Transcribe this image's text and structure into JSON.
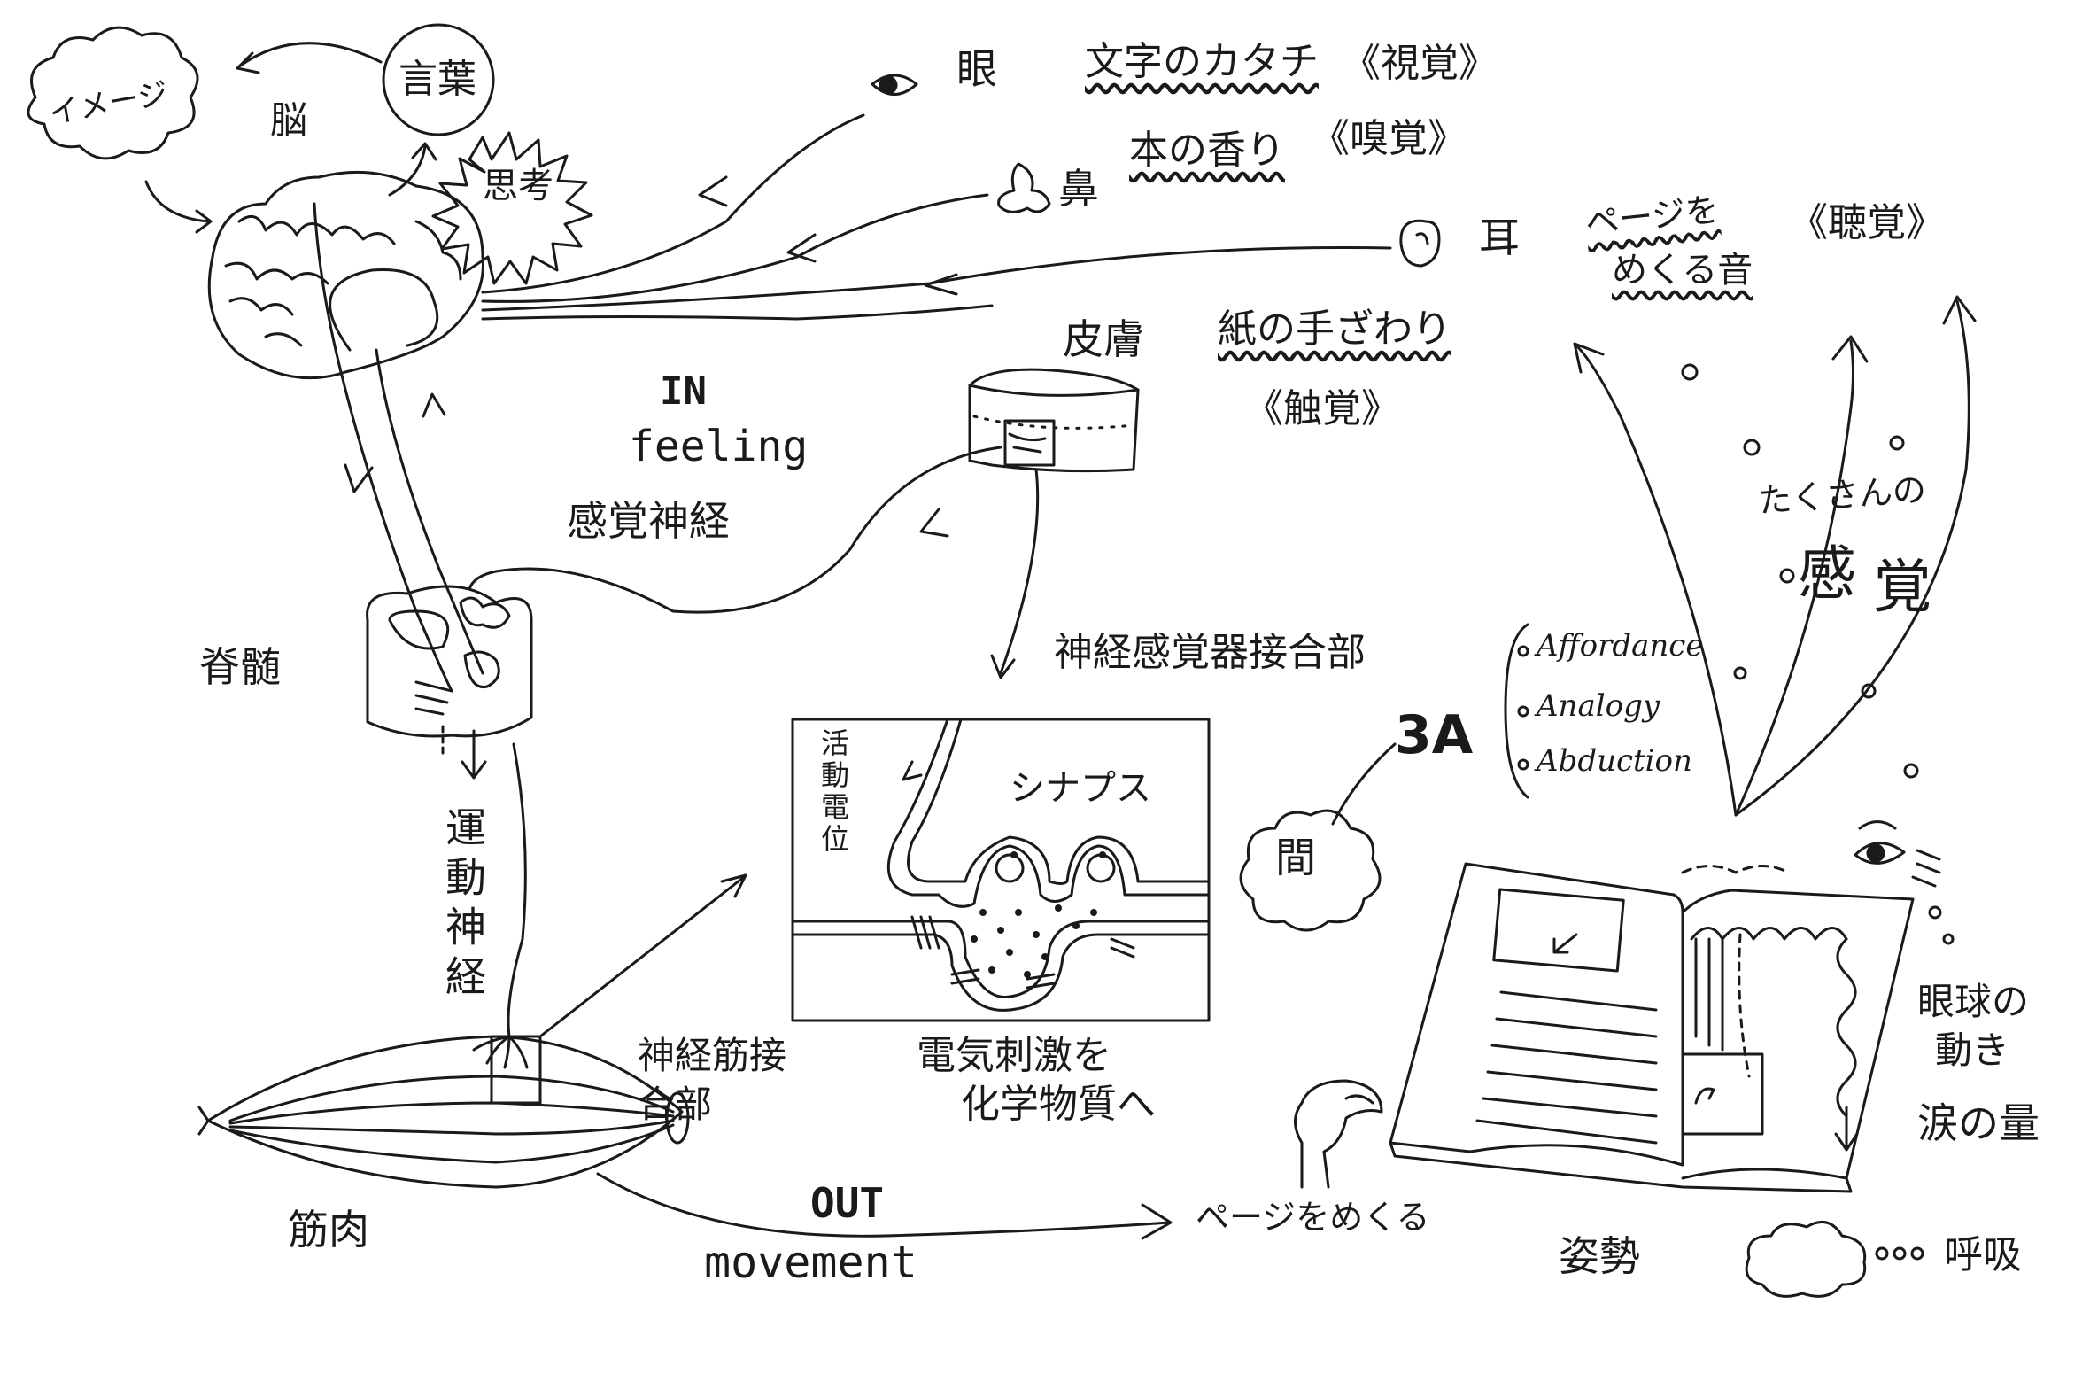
{
  "brain": {
    "label": "脳",
    "image": "イメージ",
    "word": "言葉",
    "thought": "思考"
  },
  "senses": {
    "eye": {
      "organ": "眼",
      "detail": "文字のカタチ",
      "sense": "《視覚》"
    },
    "nose": {
      "organ": "鼻",
      "detail": "本の香り",
      "sense": "《嗅覚》"
    },
    "ear": {
      "organ": "耳",
      "detail_line1": "ページを",
      "detail_line2": "めくる音",
      "sense": "《聴覚》"
    },
    "skin": {
      "organ": "皮膚",
      "detail": "紙の手ざわり",
      "sense": "《触覚》"
    }
  },
  "input": {
    "in_label": "IN",
    "feeling_label": "feeling",
    "sensory_nerve": "感覚神経"
  },
  "spinal_cord": "脊髄",
  "motor_nerve": "運動神経",
  "muscle": "筋肉",
  "neuromuscular_junction": "神経筋接合部",
  "sensor_junction": "神経感覚器接合部",
  "synapse_box": {
    "action_potential": "活動電位",
    "synapse": "シナプス",
    "caption_line1": "電気刺激を",
    "caption_line2": "化学物質へ"
  },
  "gap": "間",
  "three_a": {
    "title": "3A",
    "items": [
      "Affordance",
      "Analogy",
      "Abduction"
    ]
  },
  "many_senses": {
    "small": "たくさんの",
    "big1": "感",
    "big2": "覚"
  },
  "output": {
    "out_label": "OUT",
    "movement_label": "movement",
    "page_turn": "ページをめくる"
  },
  "reader": {
    "eye_movement_line1": "眼球の",
    "eye_movement_line2": "動き",
    "tears": "涙の量",
    "posture": "姿勢",
    "breathing": "呼吸"
  }
}
